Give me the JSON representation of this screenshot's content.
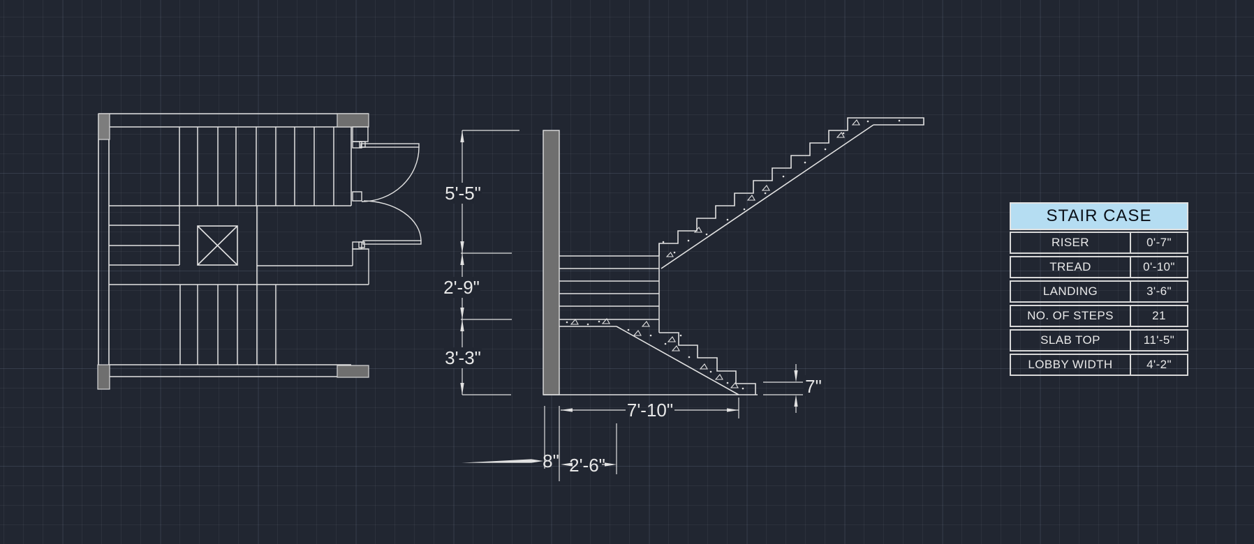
{
  "dims": {
    "upper_height": "5'-5\"",
    "mid_height": "2'-9\"",
    "lower_height": "3'-3\"",
    "flight_run": "7'-10\"",
    "wall_thickness": "8\"",
    "offset": "2'-6\"",
    "last_riser": "7\""
  },
  "table": {
    "title": "STAIR CASE",
    "rows": [
      {
        "label": "RISER",
        "value": "0'-7\""
      },
      {
        "label": "TREAD",
        "value": "0'-10\""
      },
      {
        "label": "LANDING",
        "value": "3'-6\""
      },
      {
        "label": "NO. OF STEPS",
        "value": "21"
      },
      {
        "label": "SLAB TOP",
        "value": "11'-5\""
      },
      {
        "label": "LOBBY WIDTH",
        "value": "4'-2\""
      }
    ]
  },
  "colors": {
    "background": "#212631",
    "line": "#e2e2e2",
    "wall_fill": "#6f6f6f",
    "column_fill": "#767676",
    "table_header_bg": "#b5ddf2",
    "table_header_text": "#0b1018"
  }
}
